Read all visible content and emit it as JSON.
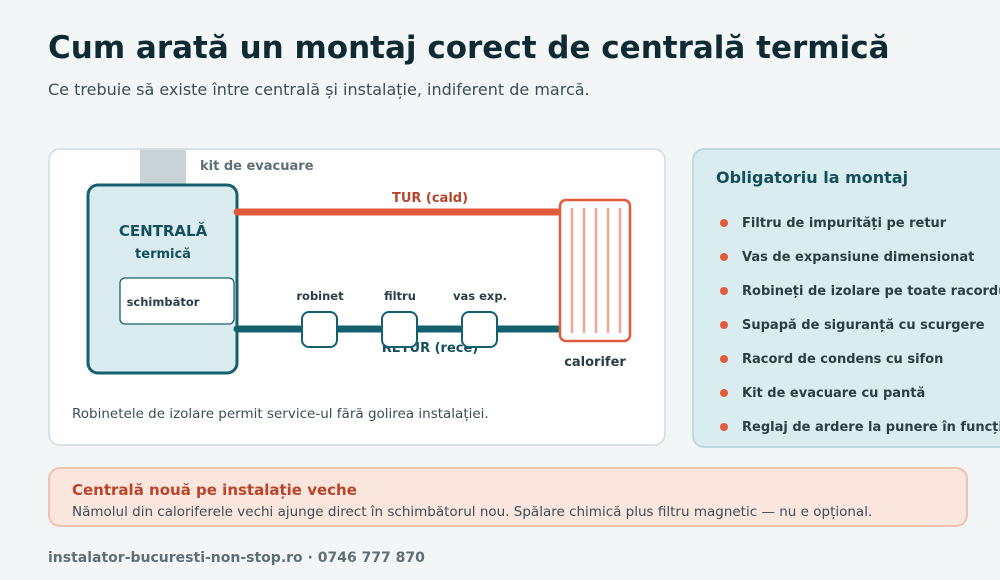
{
  "header": {
    "title": "Cum arată un montaj corect de centrală termică",
    "subtitle": "Ce trebuie să existe între centrală și instalație, indiferent de marcă."
  },
  "diagram": {
    "exhaust_label": "kit de evacuare",
    "boiler_title": "CENTRALĂ",
    "boiler_subtitle": "termică",
    "exchanger_label": "schimbător",
    "supply_label": "TUR (cald)",
    "return_label": "RETUR (rece)",
    "components": [
      "robinet",
      "filtru",
      "vas exp."
    ],
    "radiator_label": "calorifer",
    "note": "Robinetele de izolare permit service-ul fără golirea instalației.",
    "colors": {
      "supply": "#e05b3c",
      "return": "#14606e",
      "radiator_fins": "#f1a592",
      "exhaust": "#c9d3d5"
    }
  },
  "checklist": {
    "title": "Obligatoriu la montaj",
    "items": [
      "Filtru de impurități pe retur",
      "Vas de expansiune dimensionat",
      "Robineți de izolare pe toate racordurile",
      "Supapă de siguranță cu scurgere",
      "Racord de condens cu sifon",
      "Kit de evacuare cu pantă",
      "Reglaj de ardere la punere în funcțiune"
    ]
  },
  "warning": {
    "title": "Centrală nouă pe instalație veche",
    "text": "Nămolul din caloriferele vechi ajunge direct în schimbătorul nou. Spălare chimică plus filtru magnetic — nu e opțional."
  },
  "footer": {
    "text": "instalator-bucuresti-non-stop.ro · 0746 777 870"
  }
}
